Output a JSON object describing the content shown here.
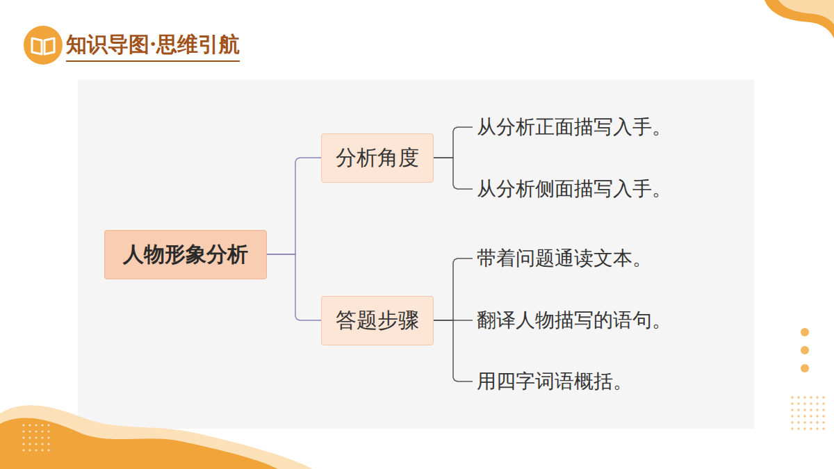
{
  "diagram": {
    "title": "知识导图·思维引航",
    "nodes": [
      {
        "text": [
          "人物形象分析"
        ]
      },
      {
        "text": [
          "分析角度"
        ]
      },
      {
        "text": [
          "从分析正面描写入手。"
        ]
      },
      {
        "text": [
          "从分析侧面描写入手。"
        ]
      },
      {
        "text": [
          "答题步骤"
        ]
      },
      {
        "text": [
          "带着问题通读文本。"
        ]
      },
      {
        "text": [
          "翻译人物描写的语句。"
        ]
      },
      {
        "text": [
          "用四字词语概括。"
        ]
      }
    ],
    "edges": [
      {
        "from": 0,
        "to": 1,
        "arrow": "none"
      },
      {
        "from": 0,
        "to": 4,
        "arrow": "none"
      },
      {
        "from": 1,
        "to": 2,
        "arrow": "none"
      },
      {
        "from": 1,
        "to": 3,
        "arrow": "none"
      },
      {
        "from": 4,
        "to": 5,
        "arrow": "none"
      },
      {
        "from": 4,
        "to": 6,
        "arrow": "none"
      },
      {
        "from": 4,
        "to": 7,
        "arrow": "none"
      }
    ]
  }
}
